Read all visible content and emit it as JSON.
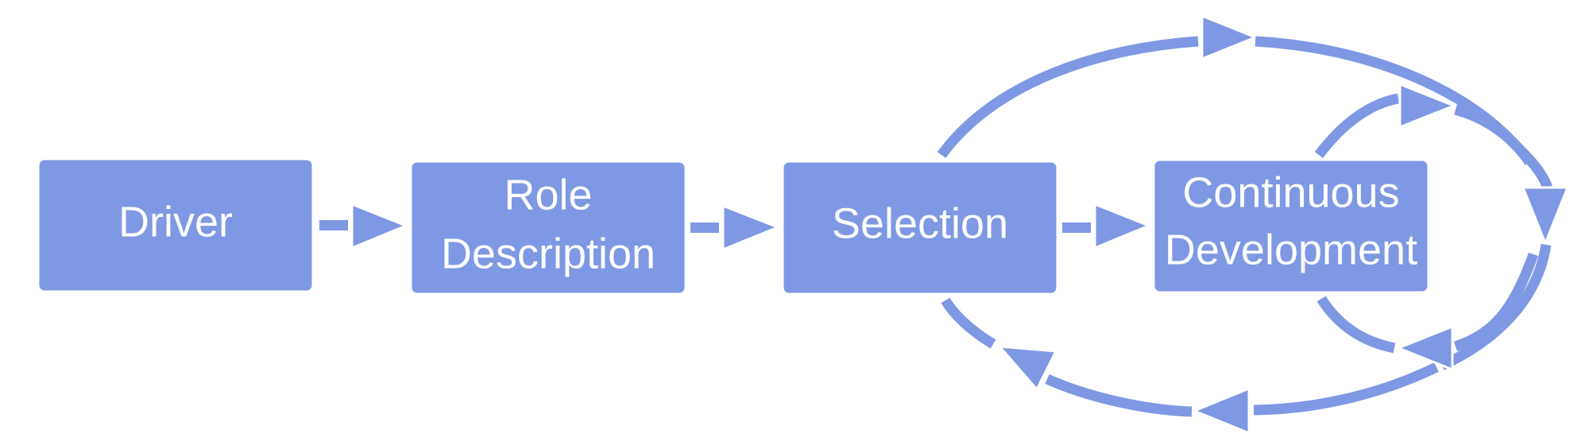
{
  "theme": {
    "fill_color": "#7f98e3",
    "stroke_color": "#ffffff",
    "text_color": "#ffffff"
  },
  "nodes": {
    "driver": {
      "line1": "Driver"
    },
    "role_description": {
      "line1": "Role",
      "line2": "Description"
    },
    "selection": {
      "line1": "Selection"
    },
    "continuous_development": {
      "line1": "Continuous",
      "line2": "Development"
    }
  }
}
